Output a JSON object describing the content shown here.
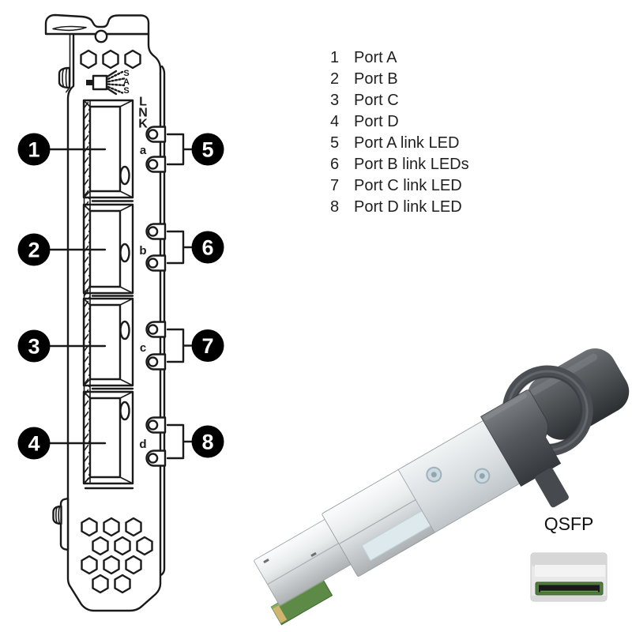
{
  "figure": {
    "background": "#ffffff"
  },
  "legend": {
    "items": [
      {
        "num": "1",
        "label": "Port A"
      },
      {
        "num": "2",
        "label": "Port B"
      },
      {
        "num": "3",
        "label": "Port C"
      },
      {
        "num": "4",
        "label": "Port D"
      },
      {
        "num": "5",
        "label": "Port A link LED"
      },
      {
        "num": "6",
        "label": "Port B link LEDs"
      },
      {
        "num": "7",
        "label": "Port C link LED"
      },
      {
        "num": "8",
        "label": "Port D link LED"
      }
    ]
  },
  "diagram": {
    "callouts_left": [
      "1",
      "2",
      "3",
      "4"
    ],
    "callouts_right": [
      "5",
      "6",
      "7",
      "8"
    ],
    "port_letters": [
      "a",
      "b",
      "c",
      "d"
    ],
    "lnk_letters": [
      "L",
      "N",
      "K"
    ],
    "sas_letters": [
      "S",
      "A",
      "S"
    ],
    "colors": {
      "line": "#1a1a1a",
      "callout_fill": "#000000",
      "callout_text": "#ffffff"
    }
  },
  "connector": {
    "label": "QSFP",
    "colors": {
      "body_silver": "#d9dcde",
      "boot_gray": "#4e5255",
      "latch_gray": "#464a4e",
      "pcb_green": "#5e8a47",
      "face_green": "#4f7c3b"
    }
  }
}
